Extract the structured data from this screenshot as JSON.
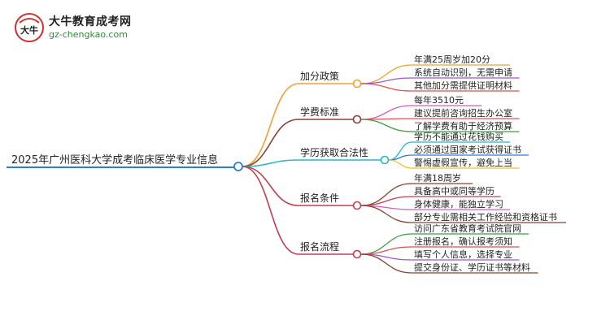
{
  "logo": {
    "title": "大牛教育成考网",
    "url": "gz-chengkao.com",
    "mark_text": "大牛"
  },
  "root": {
    "label": "2025年广州医科大学成考临床医学专业信息",
    "color": "#2a7fd4"
  },
  "branches": [
    {
      "label": "加分政策",
      "color": "#f0a030",
      "leaves": [
        "年满25周岁加20分",
        "系统自动识别，无需申请",
        "其他加分需提供证明材料"
      ],
      "leaf_colors": [
        "#f0a030",
        "#9b59d0",
        "#e05050"
      ]
    },
    {
      "label": "学费标准",
      "color": "#8a4030",
      "leaves": [
        "每年3510元",
        "建议提前咨询招生办公室",
        "了解学费有助于经济预算"
      ],
      "leaf_colors": [
        "#d060c0",
        "#e05050",
        "#3aa040"
      ]
    },
    {
      "label": "学历获取合法性",
      "color": "#22b8c8",
      "leaves": [
        "学历不能通过花钱购买",
        "必须通过国家考试获得证书",
        "警惕虚假宣传，避免上当"
      ],
      "leaf_colors": [
        "#22b8c8",
        "#2a7fd4",
        "#f0c020"
      ]
    },
    {
      "label": "报名条件",
      "color": "#c04050",
      "leaves": [
        "年满18周岁",
        "具备高中或同等学历",
        "身体健康，能独立学习",
        "部分专业需相关工作经验和资格证书"
      ],
      "leaf_colors": [
        "#8a4030",
        "#c04050",
        "#d060c0",
        "#8a4030"
      ]
    },
    {
      "label": "报名流程",
      "color": "#c04050",
      "leaves": [
        "访问广东省教育考试院官网",
        "注册报名，确认报考须知",
        "填写个人信息，选择专业",
        "提交身份证、学历证书等材料"
      ],
      "leaf_colors": [
        "#3aa040",
        "#e05050",
        "#9b59d0",
        "#8a4030"
      ]
    }
  ]
}
